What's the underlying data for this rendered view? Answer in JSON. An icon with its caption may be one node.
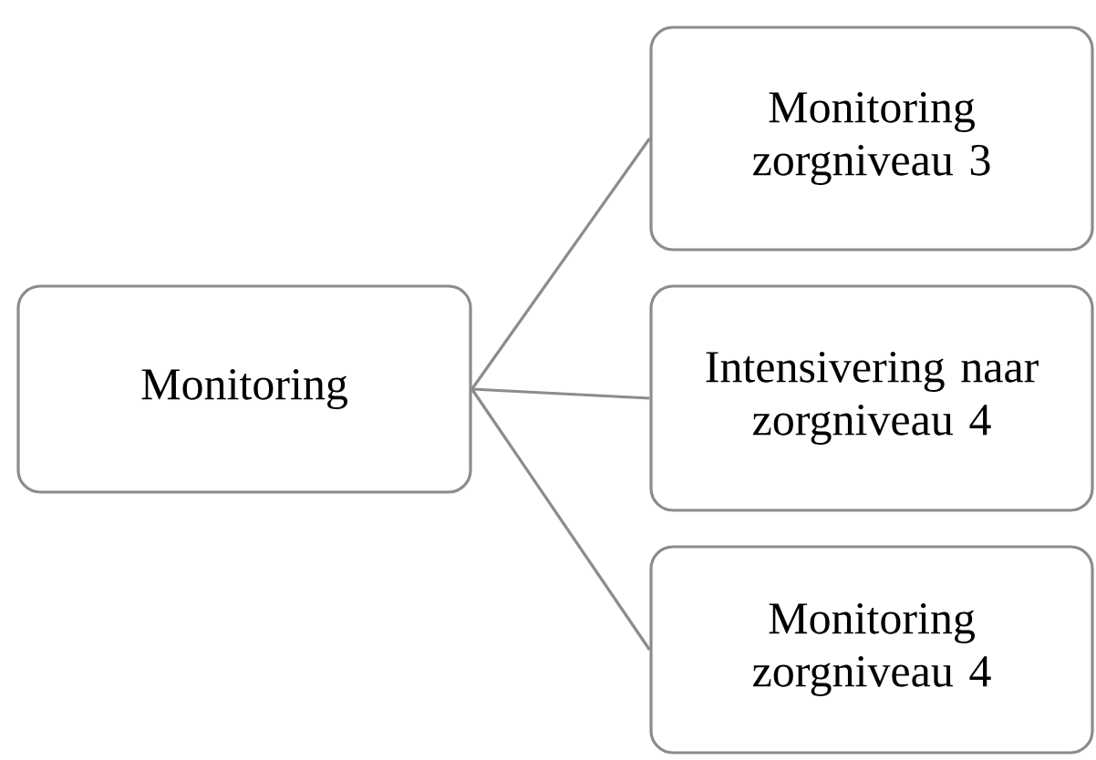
{
  "diagram": {
    "nodes": [
      {
        "text": [
          "Monitoring"
        ]
      },
      {
        "text": [
          "Monitoring zorgniveau 3"
        ]
      },
      {
        "text": [
          "Intensivering naar zorgniveau 4"
        ]
      },
      {
        "text": [
          "Monitoring zorgniveau 4"
        ]
      }
    ],
    "edges": [
      {
        "from": 0,
        "to": 1,
        "arrow": "none"
      },
      {
        "from": 0,
        "to": 2,
        "arrow": "none"
      },
      {
        "from": 0,
        "to": 3,
        "arrow": "none"
      }
    ]
  }
}
